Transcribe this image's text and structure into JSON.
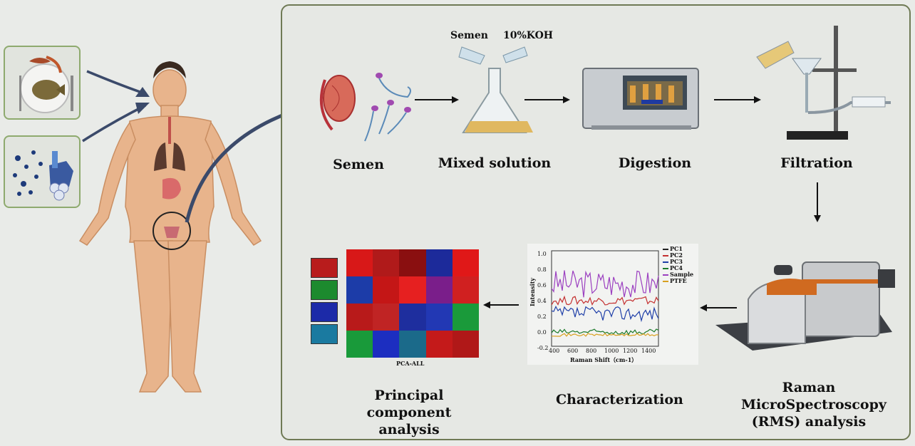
{
  "steps": {
    "semen": "Semen",
    "mixed": "Mixed solution",
    "digestion": "Digestion",
    "filtration": "Filtration",
    "rms_line1": "Raman",
    "rms_line2": "MicroSpectroscopy",
    "rms_line3": "(RMS) analysis",
    "characterization": "Characterization",
    "pca_line1": "Principal component",
    "pca_line2": "analysis"
  },
  "reagents": {
    "semen": "Semen",
    "koh": "10%KOH"
  },
  "spectrum": {
    "ylabel": "Intensity",
    "xlabel": "Raman Shift（cm-1）",
    "yticks": [
      "1.0",
      "0.8",
      "0.6",
      "0.4",
      "0.2",
      "0.0",
      "-0.2"
    ],
    "xticks": [
      "400",
      "600",
      "800",
      "1000",
      "1200",
      "1400"
    ],
    "legend": [
      {
        "name": "PC1",
        "color": "#222222"
      },
      {
        "name": "PC2",
        "color": "#c43030"
      },
      {
        "name": "PC3",
        "color": "#1f3fa8"
      },
      {
        "name": "PC4",
        "color": "#1c7a2a"
      },
      {
        "name": "Sample",
        "color": "#9b3fc0"
      },
      {
        "name": "PTFE",
        "color": "#d8a020"
      }
    ]
  },
  "pca": {
    "caption": "PCA-ALL",
    "grid": [
      [
        "#d81818",
        "#b01a1a",
        "#8a0f10",
        "#1c2a9a",
        "#e01818"
      ],
      [
        "#1c3ca8",
        "#c41616",
        "#e62020",
        "#7a1e8a",
        "#d02020"
      ],
      [
        "#b81a1a",
        "#c02424",
        "#1e2e9e",
        "#2238b4",
        "#1a9a3a"
      ],
      [
        "#199a3a",
        "#1c2ec0",
        "#1b6a8a",
        "#c41a1a",
        "#b01818"
      ]
    ]
  },
  "colors": {
    "arrow_navy": "#3b4a6a",
    "panel_border": "#6f7a55",
    "box_border": "#8eaa6e"
  }
}
